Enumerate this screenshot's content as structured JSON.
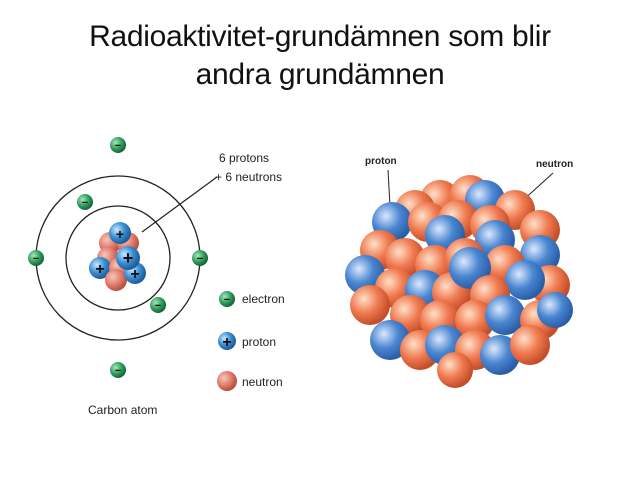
{
  "slide": {
    "title_line1": "Radioaktivitet-grundämnen som blir",
    "title_line2": "andra grundämnen"
  },
  "carbon_atom": {
    "caption": "Carbon atom",
    "nucleus_label_line1": "6 protons",
    "nucleus_label_line2": "+ 6 neutrons",
    "legend": [
      {
        "label": "electron",
        "symbol": "−",
        "color": "#2e9e5b"
      },
      {
        "label": "proton",
        "symbol": "+",
        "color": "#3b8fd4"
      },
      {
        "label": "neutron",
        "symbol": "",
        "color": "#e07a6a"
      }
    ],
    "orbits": [
      {
        "name": "inner",
        "electrons": 2
      },
      {
        "name": "outer",
        "electrons": 4
      }
    ]
  },
  "nucleus": {
    "proton_label": "proton",
    "neutron_label": "neutron",
    "colors": {
      "proton": "#4a86d0",
      "neutron": "#f07a50"
    }
  }
}
